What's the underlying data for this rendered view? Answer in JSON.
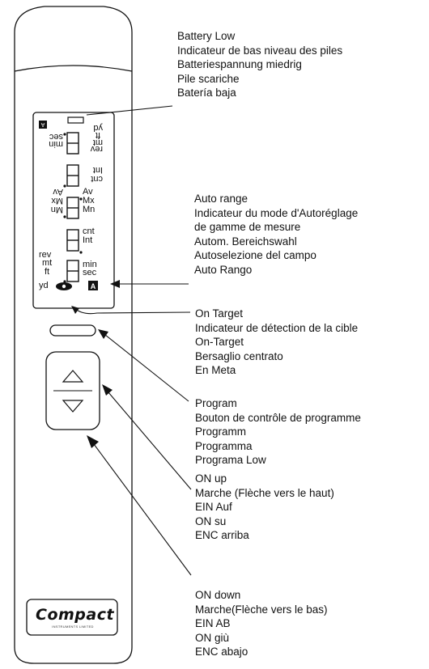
{
  "callouts": {
    "battery": [
      "Battery Low",
      "Indicateur de bas niveau des piles",
      "Batteriespannung miedrig",
      "Pile scariche",
      "Batería baja"
    ],
    "auto_range": [
      "Auto range",
      "Indicateur du mode d'Autoréglage",
      "de gamme de mesure",
      "Autom. Bereichswahl",
      "Autoselezione del campo",
      "Auto Rango"
    ],
    "on_target": [
      "On Target",
      "Indicateur de détection de la cible",
      "On-Target",
      "Bersaglio centrato",
      "En Meta"
    ],
    "program": [
      "Program",
      "Bouton de contrôle de programme",
      "Programm",
      "Programma",
      "Programa Low"
    ],
    "on_up": [
      "ON up",
      "Marche (Flèche vers le haut)",
      "EIN Auf",
      "ON su",
      "ENC arriba"
    ],
    "on_down": [
      "ON down",
      "Marche(Flèche vers le bas)",
      "EIN AB",
      "ON giù",
      "ENC abajo"
    ]
  },
  "display": {
    "upper_labels": [
      "yd",
      "ft",
      "mt",
      "rev",
      "min",
      "sec"
    ],
    "int_cnt_upper": [
      "Int",
      "cnt"
    ],
    "av_group": [
      "Av",
      "Mx",
      "Mn"
    ],
    "cnt_int_lower": [
      "cnt",
      "Int"
    ],
    "lower_left": [
      "rev",
      "mt",
      "ft",
      "yd"
    ],
    "lower_right": [
      "min",
      "sec"
    ],
    "auto_symbol": "A"
  },
  "brand": {
    "name": "Compact",
    "subtitle": "INSTRUMENTS LIMITED"
  }
}
